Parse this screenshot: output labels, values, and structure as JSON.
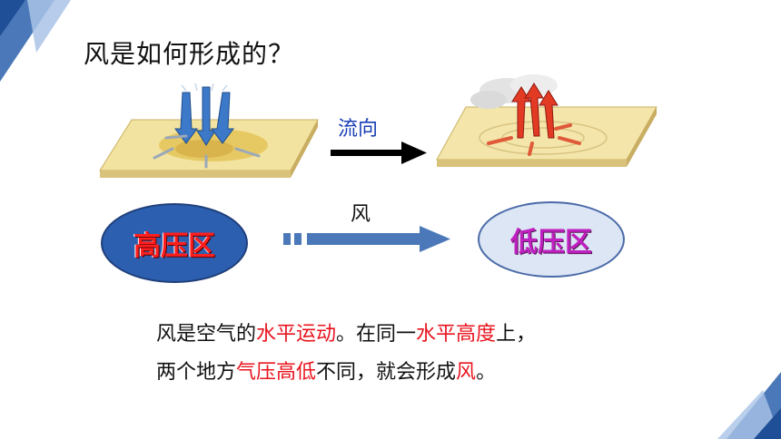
{
  "title": "风是如何形成的？",
  "flow_label": "流向",
  "wind_label": "风",
  "high_zone": "高压区",
  "low_zone": "低压区",
  "description": {
    "line1": [
      {
        "text": "风是空气的",
        "highlight": false
      },
      {
        "text": "水平运动",
        "highlight": true
      },
      {
        "text": "。在同一",
        "highlight": false
      },
      {
        "text": "水平高度",
        "highlight": true
      },
      {
        "text": "上，",
        "highlight": false
      }
    ],
    "line2": [
      {
        "text": "两个地方",
        "highlight": false
      },
      {
        "text": "气压高低",
        "highlight": true
      },
      {
        "text": "不同，就会形成",
        "highlight": false
      },
      {
        "text": "风",
        "highlight": true
      },
      {
        "text": "。",
        "highlight": false
      }
    ]
  },
  "colors": {
    "accent_blue": "#2c5fb0",
    "highlight_red": "#e8141e",
    "low_text": "#c020c0",
    "flow_text": "#1a3fb5"
  }
}
